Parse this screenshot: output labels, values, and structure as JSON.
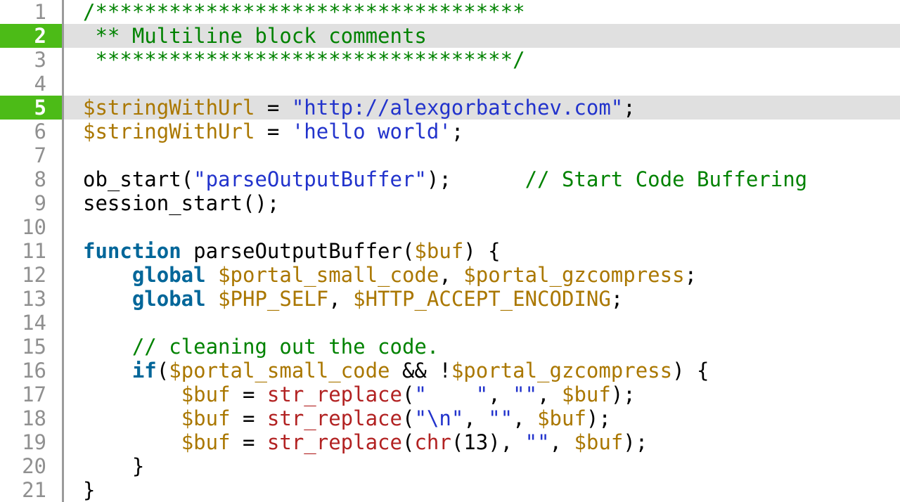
{
  "editor": {
    "language": "php",
    "highlighted_lines": [
      2,
      5
    ],
    "colors": {
      "background": "#ffffff",
      "plain": "#000000",
      "comment": "#008200",
      "string": "#2233cc",
      "keyword": "#006699",
      "variable": "#aa7700",
      "function": "#b22222",
      "line_number": "#909090",
      "line_number_highlight_text": "#ffffff",
      "gutter_highlight_bg": "#4cbb17",
      "row_highlight_bg": "#e0e0e0",
      "divider": "#9a9a9a"
    },
    "lines": [
      {
        "n": 1,
        "hl": false,
        "tokens": [
          {
            "c": "comment",
            "t": "/***********************************"
          }
        ]
      },
      {
        "n": 2,
        "hl": true,
        "tokens": [
          {
            "c": "comment",
            "t": " ** Multiline block comments"
          }
        ]
      },
      {
        "n": 3,
        "hl": false,
        "tokens": [
          {
            "c": "comment",
            "t": " **********************************/"
          }
        ]
      },
      {
        "n": 4,
        "hl": false,
        "tokens": []
      },
      {
        "n": 5,
        "hl": true,
        "tokens": [
          {
            "c": "variable",
            "t": "$stringWithUrl"
          },
          {
            "c": "plain",
            "t": " = "
          },
          {
            "c": "string",
            "t": "\"http://alexgorbatchev.com\""
          },
          {
            "c": "plain",
            "t": ";"
          }
        ]
      },
      {
        "n": 6,
        "hl": false,
        "tokens": [
          {
            "c": "variable",
            "t": "$stringWithUrl"
          },
          {
            "c": "plain",
            "t": " = "
          },
          {
            "c": "string",
            "t": "'hello world'"
          },
          {
            "c": "plain",
            "t": ";"
          }
        ]
      },
      {
        "n": 7,
        "hl": false,
        "tokens": []
      },
      {
        "n": 8,
        "hl": false,
        "tokens": [
          {
            "c": "plain",
            "t": "ob_start("
          },
          {
            "c": "string",
            "t": "\"parseOutputBuffer\""
          },
          {
            "c": "plain",
            "t": ");      "
          },
          {
            "c": "comment",
            "t": "// Start Code Buffering"
          }
        ]
      },
      {
        "n": 9,
        "hl": false,
        "tokens": [
          {
            "c": "plain",
            "t": "session_start();"
          }
        ]
      },
      {
        "n": 10,
        "hl": false,
        "tokens": []
      },
      {
        "n": 11,
        "hl": false,
        "tokens": [
          {
            "c": "keyword",
            "t": "function"
          },
          {
            "c": "plain",
            "t": " parseOutputBuffer("
          },
          {
            "c": "variable",
            "t": "$buf"
          },
          {
            "c": "plain",
            "t": ") {"
          }
        ]
      },
      {
        "n": 12,
        "hl": false,
        "tokens": [
          {
            "c": "plain",
            "t": "    "
          },
          {
            "c": "keyword",
            "t": "global"
          },
          {
            "c": "plain",
            "t": " "
          },
          {
            "c": "variable",
            "t": "$portal_small_code"
          },
          {
            "c": "plain",
            "t": ", "
          },
          {
            "c": "variable",
            "t": "$portal_gzcompress"
          },
          {
            "c": "plain",
            "t": ";"
          }
        ]
      },
      {
        "n": 13,
        "hl": false,
        "tokens": [
          {
            "c": "plain",
            "t": "    "
          },
          {
            "c": "keyword",
            "t": "global"
          },
          {
            "c": "plain",
            "t": " "
          },
          {
            "c": "variable",
            "t": "$PHP_SELF"
          },
          {
            "c": "plain",
            "t": ", "
          },
          {
            "c": "variable",
            "t": "$HTTP_ACCEPT_ENCODING"
          },
          {
            "c": "plain",
            "t": ";"
          }
        ]
      },
      {
        "n": 14,
        "hl": false,
        "tokens": []
      },
      {
        "n": 15,
        "hl": false,
        "tokens": [
          {
            "c": "plain",
            "t": "    "
          },
          {
            "c": "comment",
            "t": "// cleaning out the code."
          }
        ]
      },
      {
        "n": 16,
        "hl": false,
        "tokens": [
          {
            "c": "plain",
            "t": "    "
          },
          {
            "c": "keyword",
            "t": "if"
          },
          {
            "c": "plain",
            "t": "("
          },
          {
            "c": "variable",
            "t": "$portal_small_code"
          },
          {
            "c": "plain",
            "t": " && !"
          },
          {
            "c": "variable",
            "t": "$portal_gzcompress"
          },
          {
            "c": "plain",
            "t": ") {"
          }
        ]
      },
      {
        "n": 17,
        "hl": false,
        "tokens": [
          {
            "c": "plain",
            "t": "        "
          },
          {
            "c": "variable",
            "t": "$buf"
          },
          {
            "c": "plain",
            "t": " = "
          },
          {
            "c": "function",
            "t": "str_replace"
          },
          {
            "c": "plain",
            "t": "("
          },
          {
            "c": "string",
            "t": "\"    \""
          },
          {
            "c": "plain",
            "t": ", "
          },
          {
            "c": "string",
            "t": "\"\""
          },
          {
            "c": "plain",
            "t": ", "
          },
          {
            "c": "variable",
            "t": "$buf"
          },
          {
            "c": "plain",
            "t": ");"
          }
        ]
      },
      {
        "n": 18,
        "hl": false,
        "tokens": [
          {
            "c": "plain",
            "t": "        "
          },
          {
            "c": "variable",
            "t": "$buf"
          },
          {
            "c": "plain",
            "t": " = "
          },
          {
            "c": "function",
            "t": "str_replace"
          },
          {
            "c": "plain",
            "t": "("
          },
          {
            "c": "string",
            "t": "\"\\n\""
          },
          {
            "c": "plain",
            "t": ", "
          },
          {
            "c": "string",
            "t": "\"\""
          },
          {
            "c": "plain",
            "t": ", "
          },
          {
            "c": "variable",
            "t": "$buf"
          },
          {
            "c": "plain",
            "t": ");"
          }
        ]
      },
      {
        "n": 19,
        "hl": false,
        "tokens": [
          {
            "c": "plain",
            "t": "        "
          },
          {
            "c": "variable",
            "t": "$buf"
          },
          {
            "c": "plain",
            "t": " = "
          },
          {
            "c": "function",
            "t": "str_replace"
          },
          {
            "c": "plain",
            "t": "("
          },
          {
            "c": "function",
            "t": "chr"
          },
          {
            "c": "plain",
            "t": "(13), "
          },
          {
            "c": "string",
            "t": "\"\""
          },
          {
            "c": "plain",
            "t": ", "
          },
          {
            "c": "variable",
            "t": "$buf"
          },
          {
            "c": "plain",
            "t": ");"
          }
        ]
      },
      {
        "n": 20,
        "hl": false,
        "tokens": [
          {
            "c": "plain",
            "t": "    }"
          }
        ]
      },
      {
        "n": 21,
        "hl": false,
        "tokens": [
          {
            "c": "plain",
            "t": "}"
          }
        ]
      }
    ]
  }
}
